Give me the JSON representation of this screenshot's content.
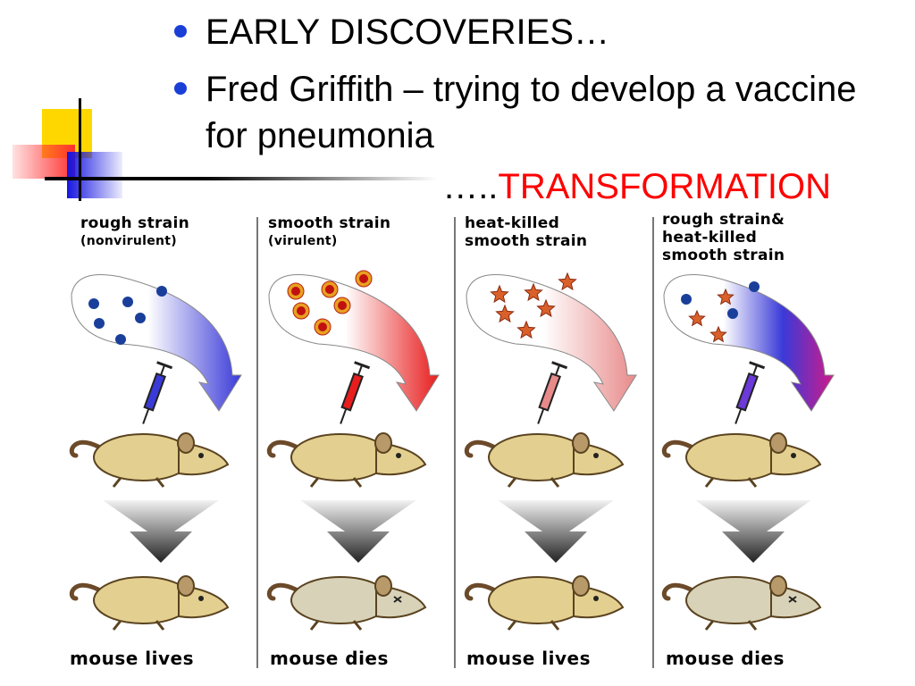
{
  "bullets": [
    "EARLY DISCOVERIES…",
    "Fred Griffith – trying to develop a vaccine for pneumonia"
  ],
  "subtitle": {
    "dots": "…..",
    "highlight": "TRANSFORMATION"
  },
  "panels": [
    {
      "title": "rough strain",
      "note": "(nonvirulent)",
      "outcome": "mouse lives",
      "accent": "#3a3ad8",
      "particles": "blue-dots",
      "mouse_state": "alive"
    },
    {
      "title": "smooth strain",
      "note": "(virulent)",
      "outcome": "mouse dies",
      "accent": "#e81d1d",
      "particles": "red-dots",
      "mouse_state": "dead"
    },
    {
      "title": "heat-killed",
      "note": "smooth strain",
      "outcome": "mouse lives",
      "accent": "#e88a8a",
      "particles": "stars",
      "mouse_state": "alive"
    },
    {
      "title": "rough strain&",
      "note": "heat-killed",
      "note2": "smooth strain",
      "outcome": "mouse dies",
      "accent": "#6b3ad8",
      "particles": "mixed",
      "mouse_state": "dead"
    }
  ],
  "colors": {
    "bullet_dot": "#1a3fd6",
    "transformation": "#ff0000",
    "mouse_fur": "#e3cf8f",
    "dead_mouse_fur": "#d8d2b8"
  }
}
